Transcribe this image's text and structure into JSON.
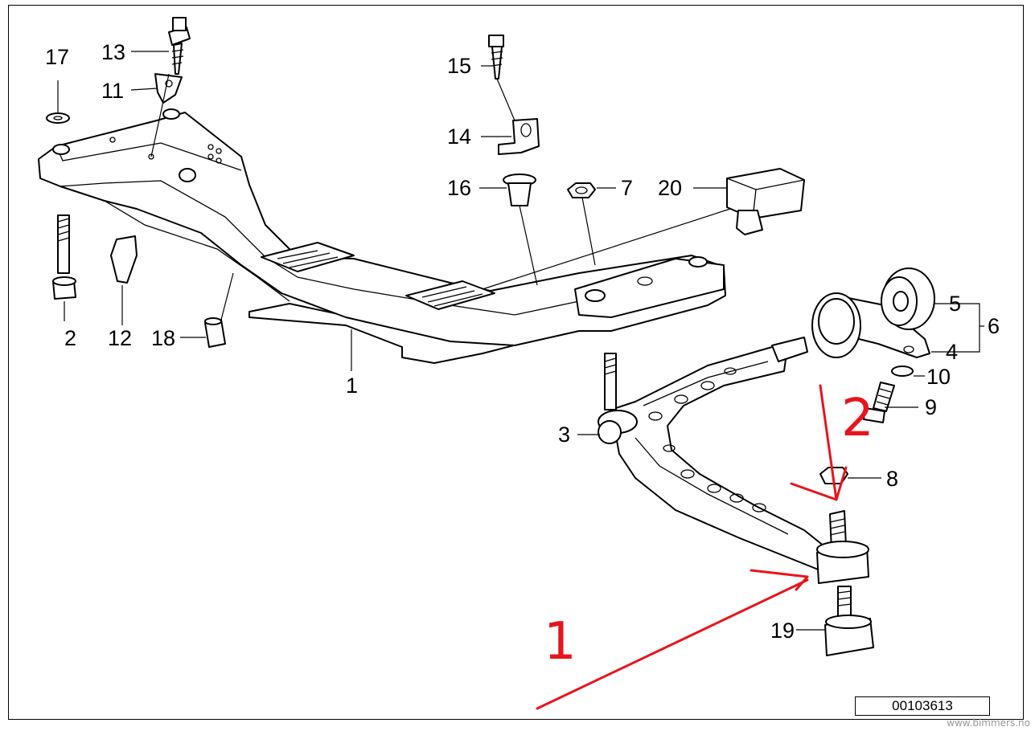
{
  "labels": {
    "p1": "1",
    "p2": "2",
    "p3": "3",
    "p4": "4",
    "p5": "5",
    "p6": "6",
    "p7": "7",
    "p8": "8",
    "p9": "9",
    "p10": "10",
    "p11": "11",
    "p12": "12",
    "p13": "13",
    "p14": "14",
    "p15": "15",
    "p16": "16",
    "p17": "17",
    "p18": "18",
    "p19": "19",
    "p20": "20"
  },
  "annotations": {
    "red_1": "1",
    "red_2": "2"
  },
  "colors": {
    "annotation": "#e8141c",
    "line": "#000000",
    "background": "#ffffff"
  },
  "reference_number": "00103613",
  "watermark": "www.bimmers.no"
}
